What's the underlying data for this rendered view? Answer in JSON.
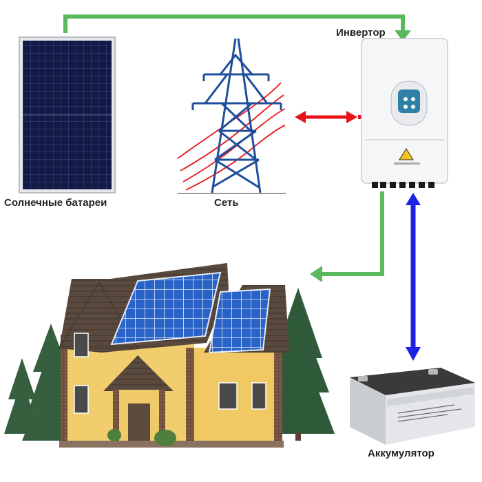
{
  "labels": {
    "solar": "Солнечные батареи",
    "grid": "Сеть",
    "inverter": "Инвертор",
    "battery": "Аккумулятор"
  },
  "colors": {
    "green_flow": "#5cb85c",
    "red_flow": "#e8141a",
    "blue_flow": "#1e22e6"
  },
  "icons": [
    "solar-panel-icon",
    "power-tower-icon",
    "inverter-icon",
    "house-icon",
    "battery-icon",
    "tree-icon"
  ]
}
